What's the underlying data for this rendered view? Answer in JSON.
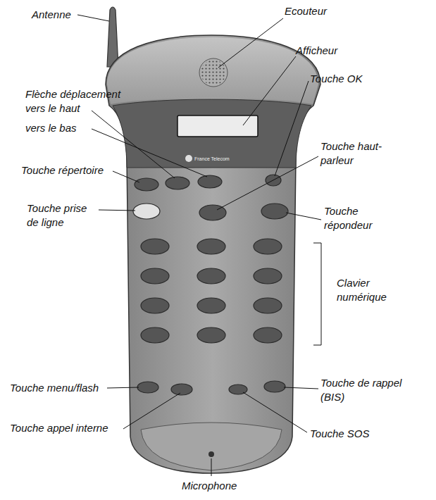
{
  "diagram": {
    "labels": [
      "Antenne",
      "Ecouteur",
      "Afficheur",
      "Touche OK",
      "Flèche déplacement vers le haut",
      "vers le bas",
      "Touche répertoire",
      "Touche haut-parleur",
      "Touche prise de ligne",
      "Touche répondeur",
      "Clavier numérique",
      "Touche menu/flash",
      "Touche de rappel (BIS)",
      "Touche appel interne",
      "Touche SOS",
      "Microphone",
      "France Telecom"
    ]
  }
}
